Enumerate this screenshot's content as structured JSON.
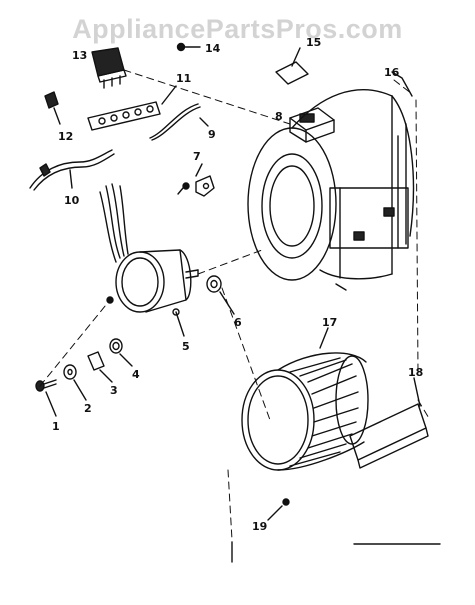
{
  "watermark": {
    "text": "AppliancePartsPros.com",
    "color": "#aaaaaa"
  },
  "callouts": [
    {
      "id": "1",
      "label": "1"
    },
    {
      "id": "2",
      "label": "2"
    },
    {
      "id": "3",
      "label": "3"
    },
    {
      "id": "4",
      "label": "4"
    },
    {
      "id": "5",
      "label": "5"
    },
    {
      "id": "6",
      "label": "6"
    },
    {
      "id": "7",
      "label": "7"
    },
    {
      "id": "8",
      "label": "8"
    },
    {
      "id": "9",
      "label": "9"
    },
    {
      "id": "10",
      "label": "10"
    },
    {
      "id": "11",
      "label": "11"
    },
    {
      "id": "12",
      "label": "12"
    },
    {
      "id": "13",
      "label": "13"
    },
    {
      "id": "14",
      "label": "14"
    },
    {
      "id": "15",
      "label": "15"
    },
    {
      "id": "16",
      "label": "16"
    },
    {
      "id": "17",
      "label": "17"
    },
    {
      "id": "18",
      "label": "18"
    },
    {
      "id": "19",
      "label": "19"
    }
  ],
  "line_color": "#111111"
}
